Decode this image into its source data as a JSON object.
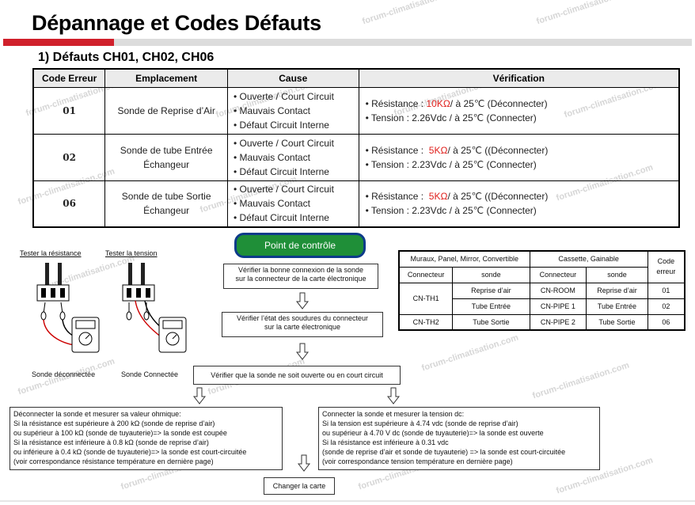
{
  "title": "Dépannage et Codes Défauts",
  "section_title": "1) Défauts CH01, CH02, CH06",
  "table": {
    "headers": [
      "Code Erreur",
      "Emplacement",
      "Cause",
      "Vérification"
    ],
    "rows": [
      {
        "code": "01",
        "location_1": "Sonde de Reprise d’Air",
        "location_2": "",
        "causes": [
          "• Ouverte / Court Circuit",
          "• Mauvais Contact",
          "• Défaut Circuit Interne"
        ],
        "ver1_prefix": "• Résistance : ",
        "ver1_value": "10KΩ",
        "ver1_suffix": "/ à 25℃ (Déconnecter)",
        "ver2": "• Tension : 2.26Vdc / à 25℃ (Connecter)"
      },
      {
        "code": "02",
        "location_1": "Sonde de tube Entrée",
        "location_2": "Échangeur",
        "causes": [
          "• Ouverte / Court Circuit",
          "• Mauvais Contact",
          "• Défaut Circuit Interne"
        ],
        "ver1_prefix": "• Résistance :  ",
        "ver1_value": "5KΩ",
        "ver1_suffix": "/ à 25℃ ((Déconnecter)",
        "ver2": "• Tension : 2.23Vdc / à 25℃ (Connecter)"
      },
      {
        "code": "06",
        "location_1": "Sonde de tube Sortie",
        "location_2": "Échangeur",
        "causes": [
          "• Ouverte / Court Circuit",
          "• Mauvais Contact",
          "• Défaut Circuit Interne"
        ],
        "ver1_prefix": "• Résistance :  ",
        "ver1_value": "5KΩ",
        "ver1_suffix": "/ à 25℃ ((Déconnecter)",
        "ver2": "• Tension : 2.23Vdc / à 25℃ (Connecter)"
      }
    ]
  },
  "diagrams": {
    "resistance_label": "Tester la résistance",
    "voltage_label": "Tester la tension",
    "disconnected_caption": "Sonde déconnectée",
    "connected_caption": "Sonde Connectée"
  },
  "flow": {
    "control_point": "Point de contrôle",
    "step1_line1": "Vérifier la bonne connexion de la sonde",
    "step1_line2": "sur la connecteur de la carte électronique",
    "step2_line1": "Vérifier l’état des soudures du connecteur",
    "step2_line2": "sur la carte électronique",
    "step3": "Vérifier que la sonde ne soit ouverte ou en court circuit",
    "left_box": [
      "Déconnecter la sonde et mesurer sa valeur ohmique:",
      "Si la résistance est supérieure à 200 kΩ (sonde de reprise d’air)",
      "ou supérieur à 100 kΩ (sonde de tuyauterie)=> la sonde est coupée",
      "Si la résistance est inférieure à 0.8 kΩ (sonde de reprise d’air)",
      "ou inférieure à 0.4 kΩ (sonde de tuyauterie)=> la sonde est court-circuitée",
      "(voir correspondance  résistance température en dernière page)"
    ],
    "right_box": [
      "Connecter la sonde et mesurer la tension dc:",
      "Si la tension est supérieure à 4.74 vdc (sonde de reprise d’air)",
      "ou supérieur à 4.70 V dc (sonde de tuyauterie)=> la sonde est ouverte",
      "Si la résistance est inférieure à 0.31 vdc",
      "(sonde de reprise d’air et sonde de tuyauterie) => la sonde est court-circuitée",
      "(voir correspondance  tension température en dernière page)"
    ],
    "final": "Changer la carte"
  },
  "probe_table": {
    "group1": "Muraux, Panel, Mirror, Convertible",
    "group2": "Cassette, Gainable",
    "code_header_1": "Code",
    "code_header_2": "erreur",
    "sub_connector_1": "Connecteur",
    "sub_probe_1": "sonde",
    "sub_connector_2": "Connecteur",
    "sub_probe_2": "sonde",
    "rows": [
      {
        "conn1": "CN-TH1",
        "probe1": "Reprise d’air",
        "conn2": "CN-ROOM",
        "probe2": "Reprise d’air",
        "code": "01"
      },
      {
        "conn1": "",
        "probe1": "Tube Entrée",
        "conn2": "CN-PIPE 1",
        "probe2": "Tube Entrée",
        "code": "02"
      },
      {
        "conn1": "CN-TH2",
        "probe1": "Tube Sortie",
        "conn2": "CN-PIPE 2",
        "probe2": "Tube Sortie",
        "code": "06"
      }
    ]
  },
  "watermark": "forum-climatisation.com",
  "colors": {
    "accent_red": "#d0202b",
    "button_green": "#1f8f38",
    "button_border": "#0d3b8a",
    "value_red": "#e0201c"
  }
}
